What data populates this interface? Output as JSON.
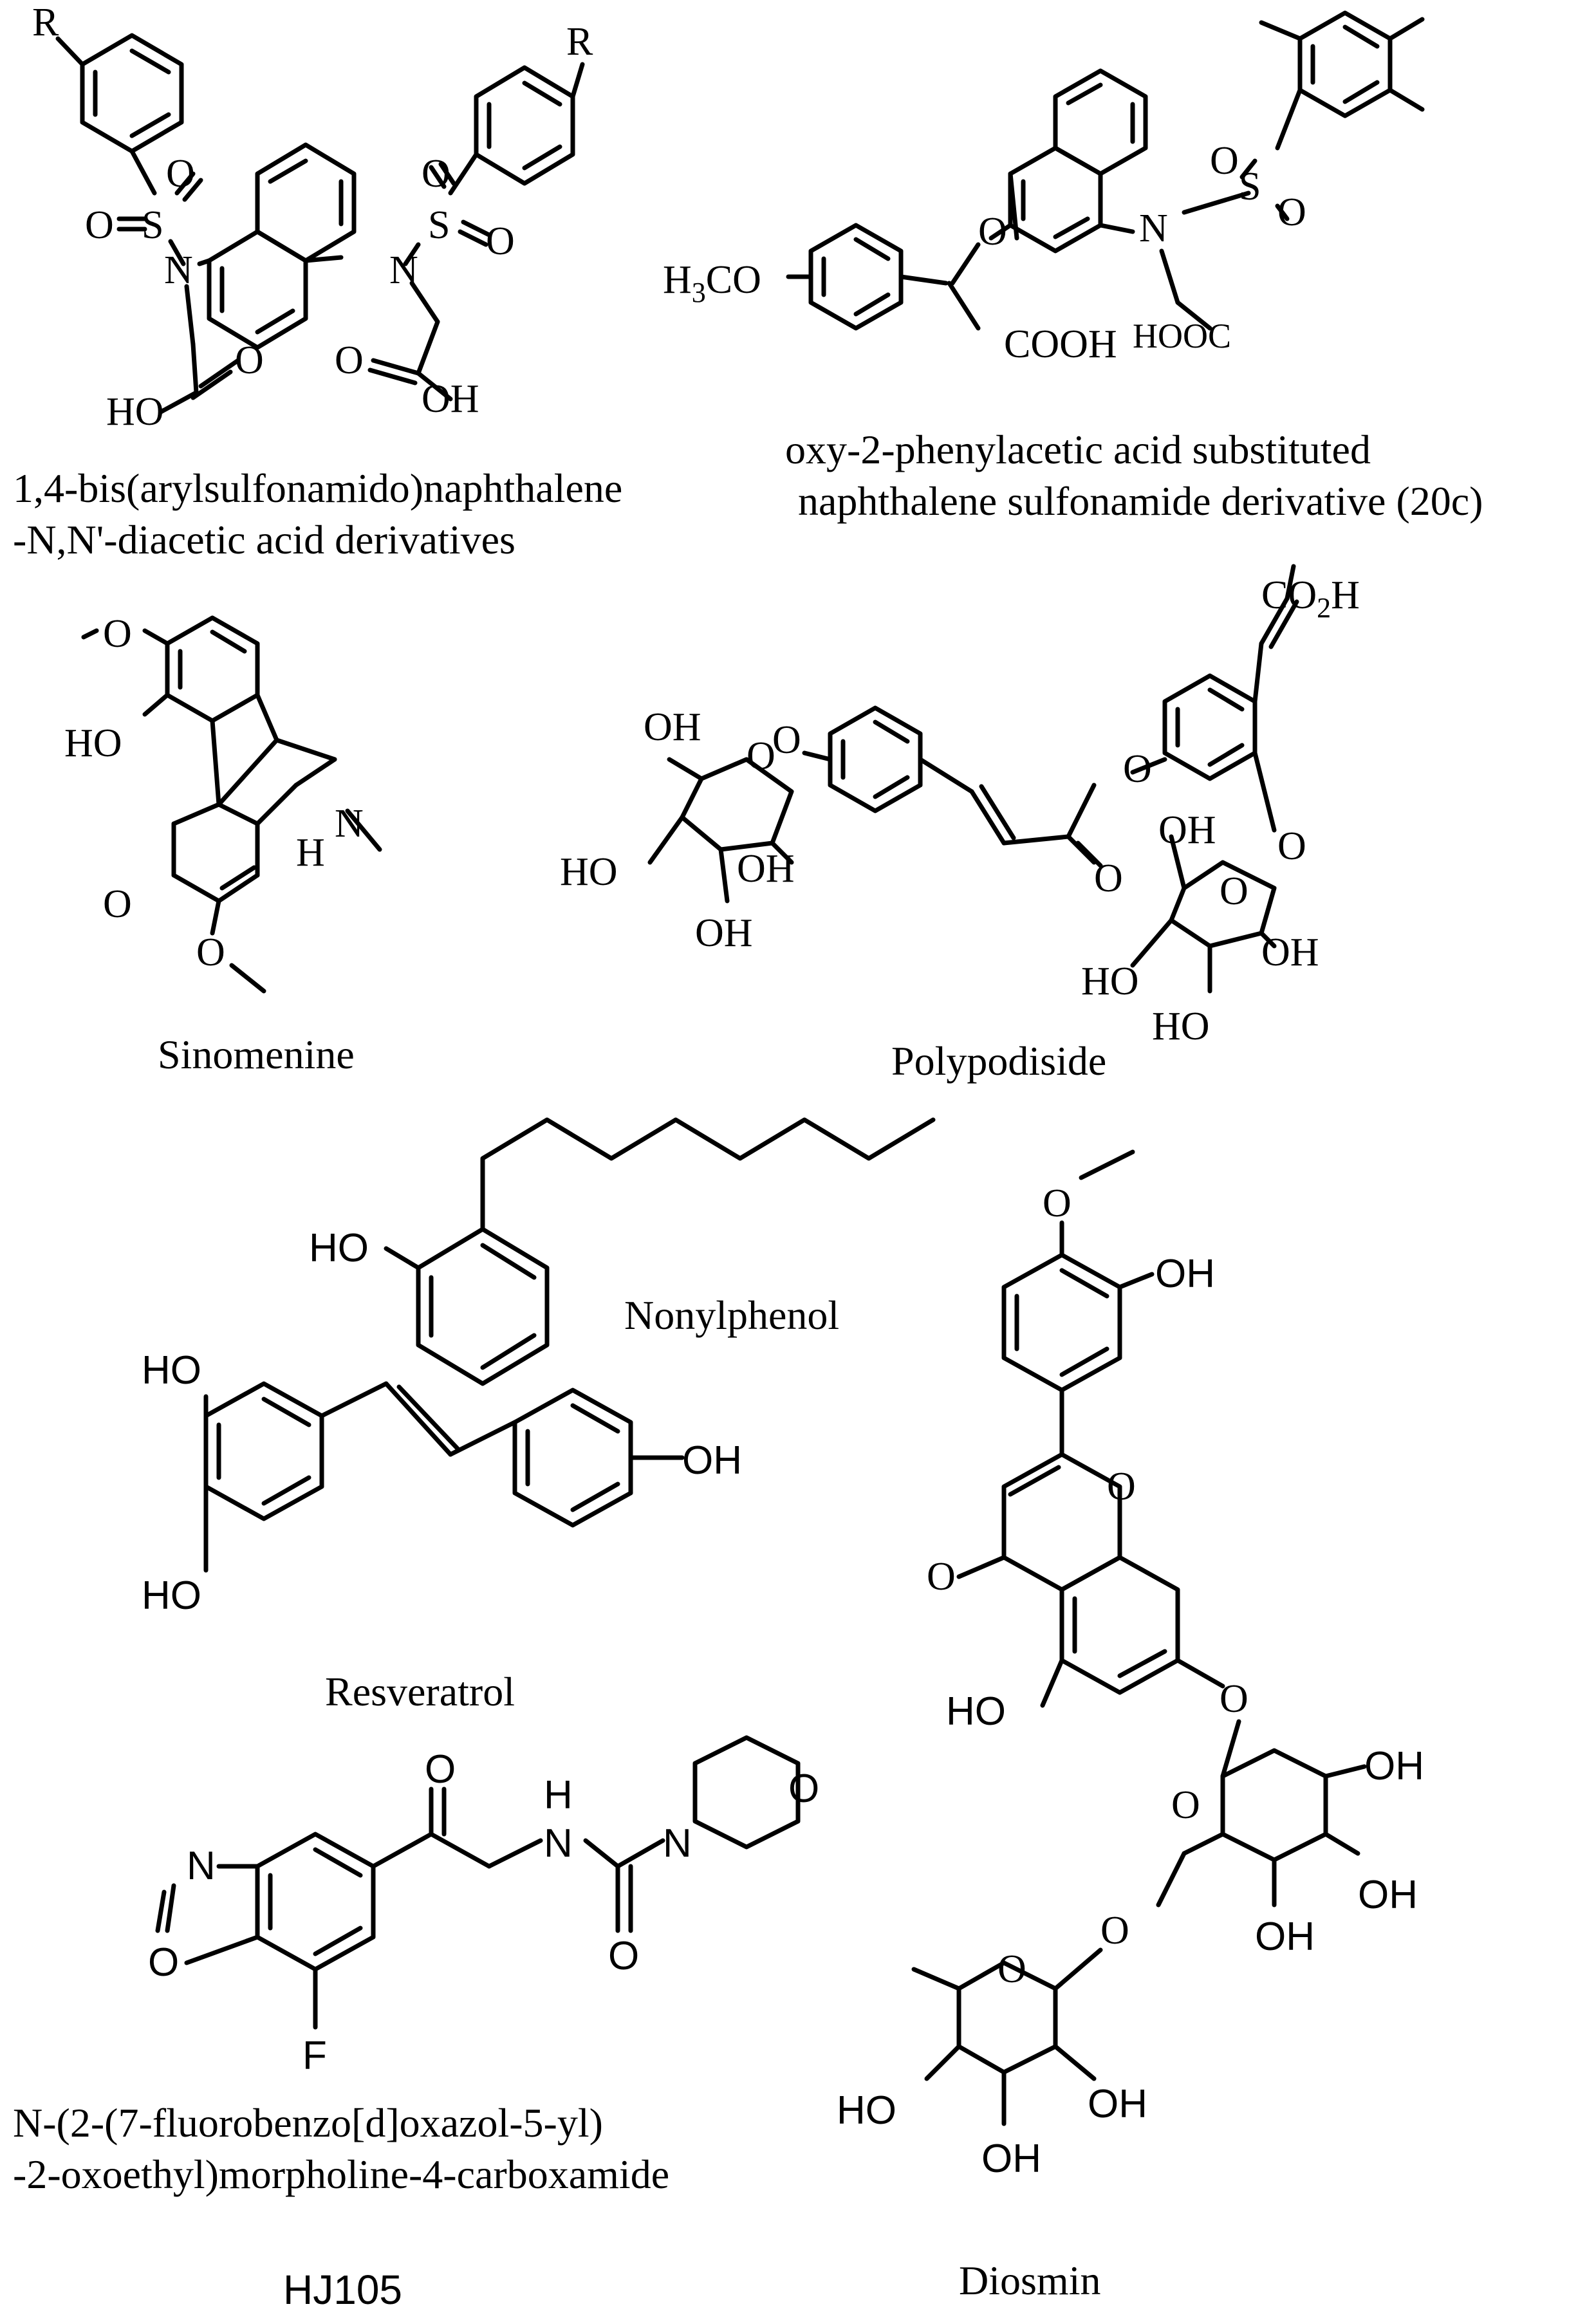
{
  "compounds": {
    "c1": {
      "caption_line1": "1,4-bis(arylsulfonamido)naphthalene",
      "caption_line2": "-N,N'-diacetic acid derivatives",
      "r_label": "R",
      "sulfonyl_o": "O",
      "sulfonyl_s": "S",
      "n_label": "N",
      "carbonyl_o": "O",
      "hydroxyl": "HO",
      "hydroxyl_right": "OH"
    },
    "c2": {
      "caption_line1": "oxy-2-phenylacetic acid substituted",
      "caption_line2": "naphthalene sulfonamide derivative (20c)",
      "methoxy_label": "H3CO",
      "methoxy_prefix": "H",
      "methoxy_sub": "3",
      "methoxy_suffix": "CO",
      "ether_o": "O",
      "cooh": "COOH",
      "hooc": "HOOC",
      "n_label": "N",
      "s_label": "S",
      "o_label": "O"
    },
    "sinomenine": {
      "caption": "Sinomenine",
      "o_label": "O",
      "ho_label": "HO",
      "h_label": "H",
      "n_label": "N"
    },
    "polypodiside": {
      "caption": "Polypodiside",
      "co2h_prefix": "CO",
      "co2h_sub": "2",
      "co2h_suffix": "H",
      "oh_label": "OH",
      "ho_label": "HO",
      "o_label": "O"
    },
    "nonylphenol": {
      "caption": "Nonylphenol",
      "ho_label": "HO"
    },
    "resveratrol": {
      "caption": "Resveratrol",
      "ho_label": "HO",
      "oh_label": "OH"
    },
    "diosmin": {
      "caption": "Diosmin",
      "o_label": "O",
      "oh_label": "OH",
      "ho_label": "HO"
    },
    "hj105": {
      "caption_line1": "N-(2-(7-fluorobenzo[d]oxazol-5-yl)",
      "caption_line2": "-2-oxoethyl)morpholine-4-carboxamide",
      "code": "HJ105",
      "n_label": "N",
      "h_label": "H",
      "o_label": "O",
      "f_label": "F"
    }
  }
}
